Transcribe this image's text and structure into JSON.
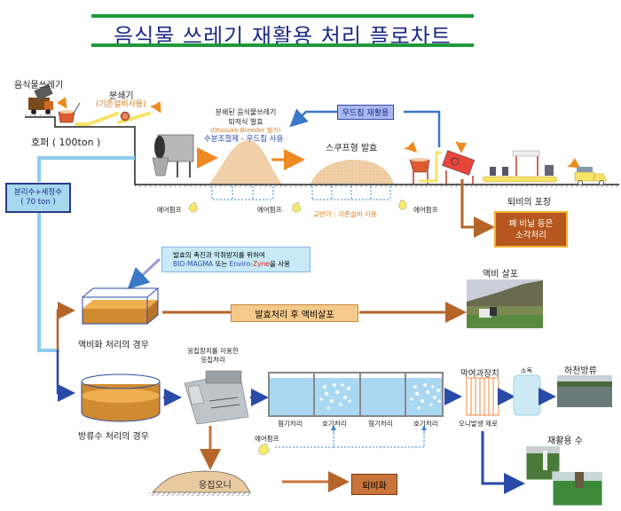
{
  "title": "음식물 쓰레기 재활용 처리 플로차트",
  "colors": {
    "title_bar": "#1f9a3c",
    "title_text": "#1c2a86",
    "water_line": "#8ecbee",
    "blue_arrow": "#2a4aa8",
    "orange_arrow": "#f08a20",
    "brown_arrow": "#b5652a",
    "compost": "#f1cfa8"
  },
  "top_section": {
    "food_waste_label": "음식물쓰레기",
    "crusher_label": "분쇄기",
    "crusher_note": "(기존설비사용)",
    "hopper_label": "호퍼 ( 100ton )",
    "pile_label_line1": "분쇄된 음식물쓰레기",
    "pile_label_line2": "퇴적식 발효",
    "pile_note": "(Otasuke-Breeder 첨가)",
    "moisture_note": "수분조절제 - 우드칩 사용",
    "woodchip_recycle": "우드칩 재활용",
    "scoop_fermentation": "스쿠프형 발효",
    "air_pump_1": "에어펌프",
    "air_pump_2": "에어펌프",
    "air_pump_3": "에어펌프",
    "agitator_note": "교반기 : 기존설비 사용",
    "packaging_label": "퇴비의 포장",
    "incineration_line1": "폐 비닐 등은",
    "incineration_line2": "소각처리"
  },
  "separation": {
    "line1": "분리수+세정수",
    "line2": "( 70 ton )"
  },
  "liquid_fertilizer": {
    "note_line1": "발효의 촉진과 악취방지를 위하여",
    "note_line2_a": "BIO-MAGMA",
    "note_line2_b": " 또는 ",
    "note_line2_c": "Enviro-",
    "note_line2_d": "Zyne",
    "note_line2_e": "을 사용",
    "case_label": "액비화 처리의 경우",
    "process_label": "발효처리 후 액비살포",
    "spray_label": "액비 살포"
  },
  "discharge": {
    "case_label": "방류수 처리의 경우",
    "coag_line1": "응집장치를 이용한",
    "coag_line2": "응집처리",
    "tanks": [
      "혐기처리",
      "호기처리",
      "혐기처리",
      "호기처리"
    ],
    "air_pump": "에어펌프",
    "membrane_label": "막여과장치",
    "disinfection_label": "소독",
    "sludge_note": "오니발생 제로",
    "river_label": "하천방류",
    "reuse_label": "재활용 수",
    "sludge_label": "응집오니",
    "compost_label": "퇴비화"
  }
}
